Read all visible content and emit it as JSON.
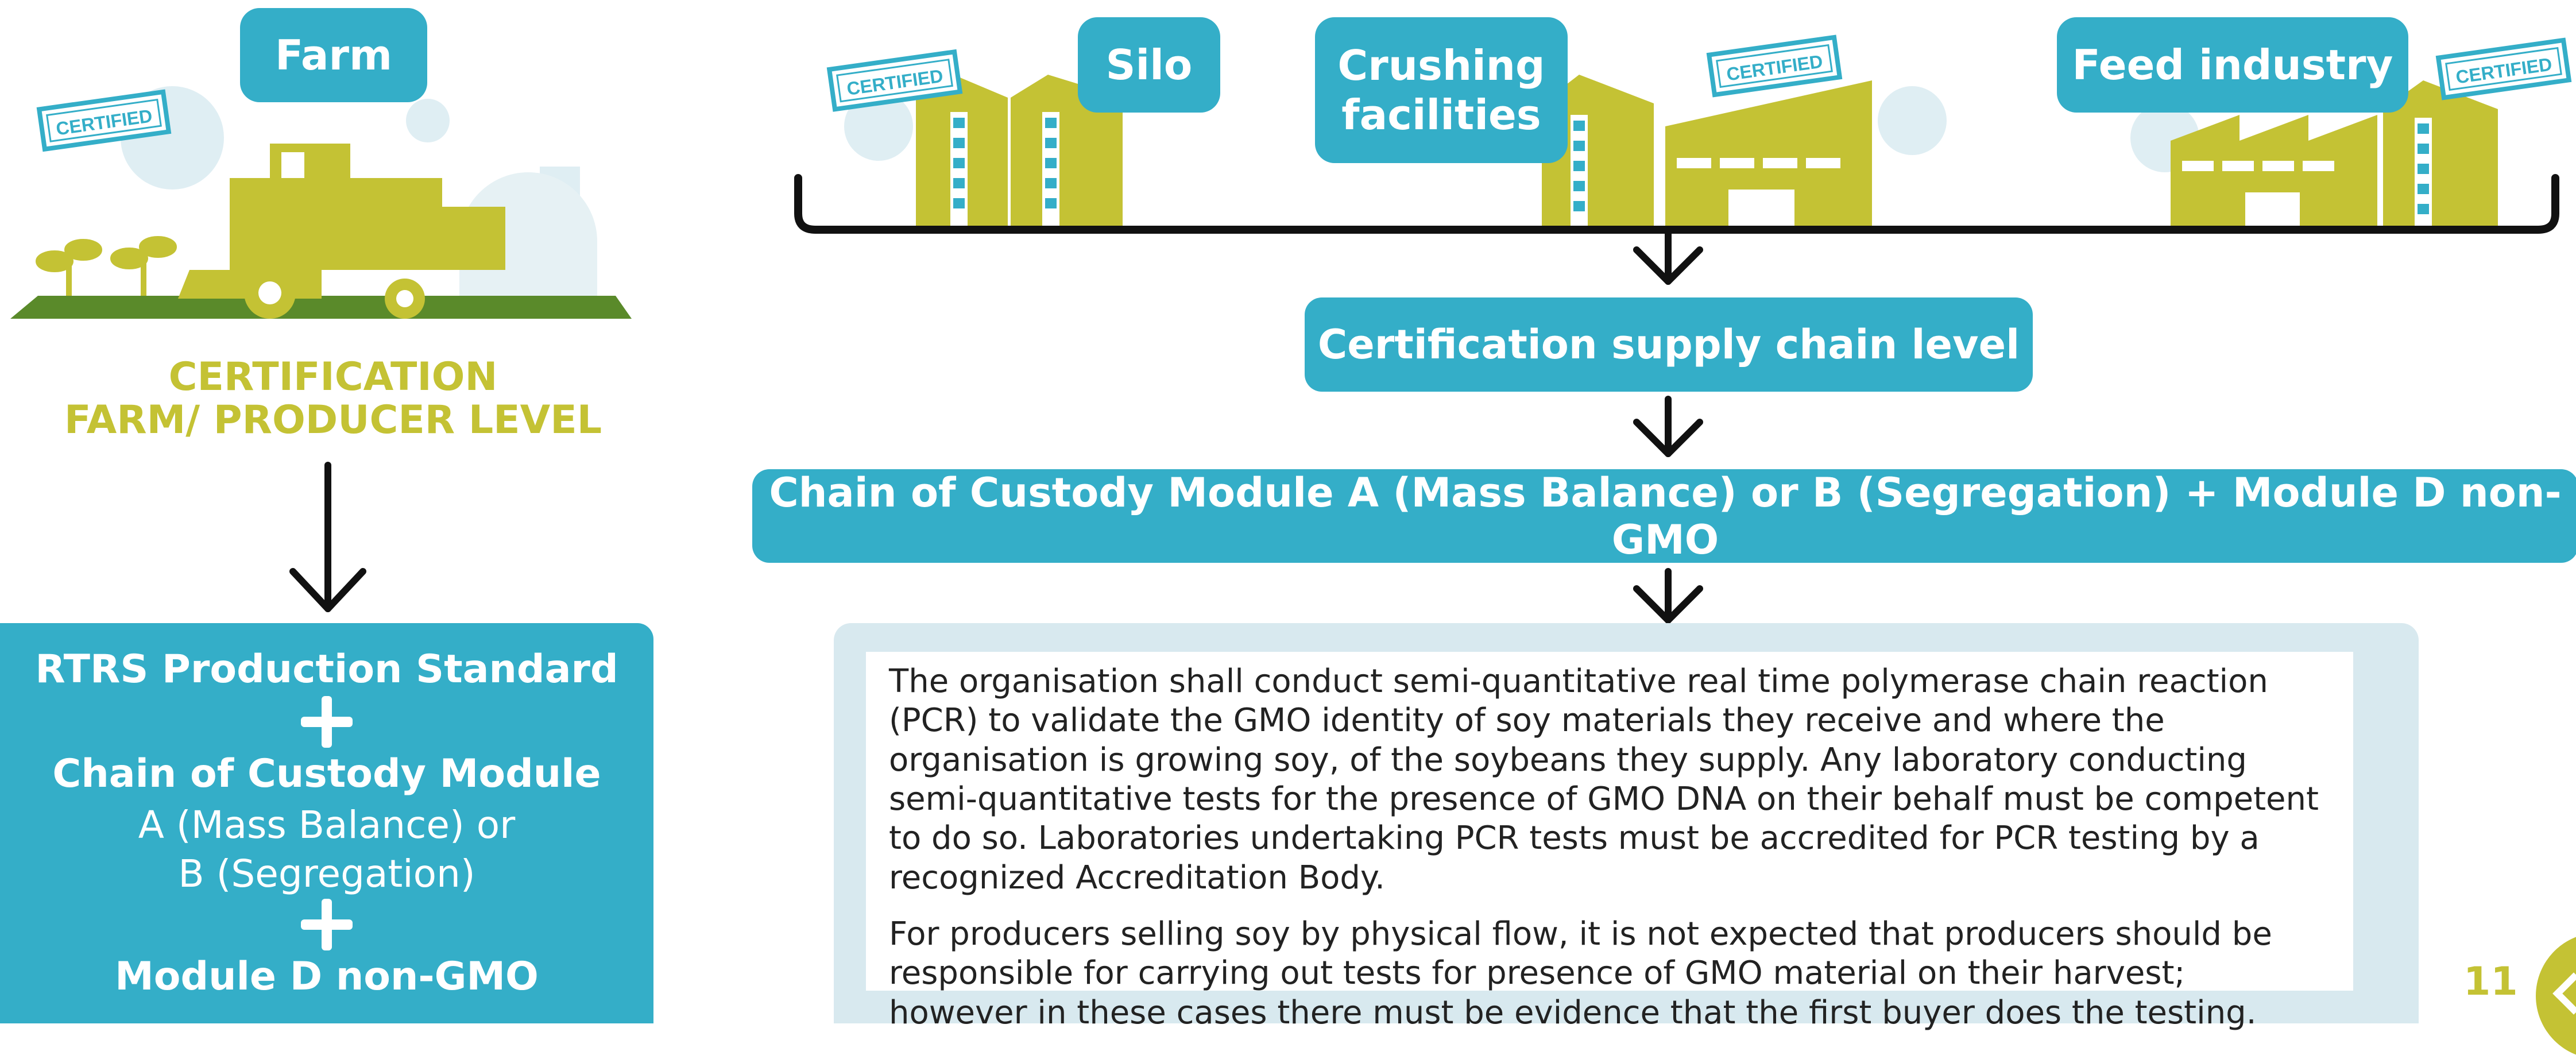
{
  "labels": {
    "farm": "Farm",
    "silo": "Silo",
    "crushing_line1": "Crushing",
    "crushing_line2": "facilities",
    "feed": "Feed industry"
  },
  "stamp_text": "CERTIFIED",
  "farm_level": {
    "line1": "CERTIFICATION",
    "line2": "FARM/ PRODUCER LEVEL"
  },
  "supply_level": "Certification supply chain level",
  "coc_bar": "Chain of Custody Module A (Mass Balance) or B (Segregation) + Module D non-GMO",
  "rtrs": {
    "line1": "RTRS Production Standard",
    "line2": "Chain of Custody Module",
    "line3": "A (Mass Balance) or",
    "line4": "B (Segregation)",
    "line5": "Module D non-GMO"
  },
  "text_block": {
    "para1": "The organisation shall conduct semi-quantitative real time polymerase chain reaction (PCR) to validate the GMO identity of soy materials they receive and where the organisation is growing soy, of the soybeans they supply. Any laboratory conducting semi-quantitative tests for the presence of GMO DNA on their behalf must be competent to do so. Laboratories undertaking PCR tests must be accredited for PCR testing by a recognized Accreditation Body.",
    "para2": "For producers selling soy by physical flow, it is not expected that producers should be responsible for carrying out tests for presence of GMO material on their harvest; however in these cases there must be evidence that the first buyer does the testing."
  },
  "page_number": "11",
  "colors": {
    "teal": "#34aec8",
    "olive": "#c4c234",
    "light_blue": "#d8e9ef",
    "green": "#5a8a2a"
  }
}
